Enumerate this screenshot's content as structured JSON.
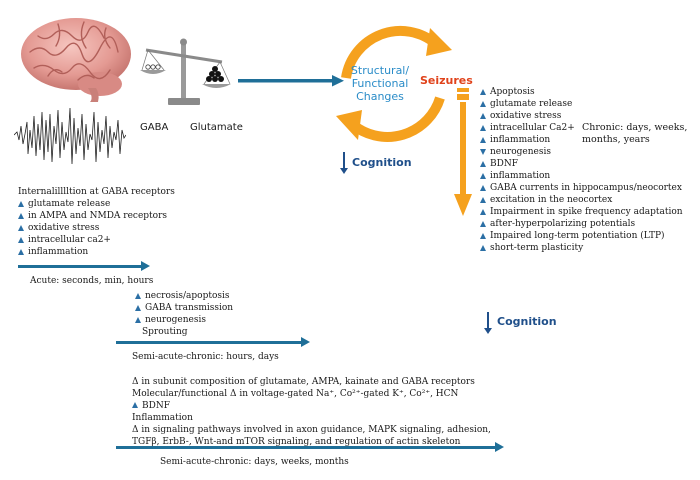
{
  "colors": {
    "accent_blue": "#1f6f98",
    "arrow_blue": "#2b6fa5",
    "cycle_orange": "#f5a11e",
    "seizures_red": "#e0421a",
    "cycle_text_blue": "#2a8cc8"
  },
  "top": {
    "gaba_label": "GABA",
    "glutamate_label": "Glutamate"
  },
  "cycle": {
    "structural_label_line1": "Structural/",
    "structural_label_line2": "Functional",
    "structural_label_line3": "Changes",
    "seizures_label": "Seizures"
  },
  "cognition": {
    "label_center": "Cognition",
    "label_right": "Cognition"
  },
  "acute": {
    "heading": "Internalilllltion at GABA receptors",
    "items": [
      "glutamate release",
      "in AMPA and NMDA receptors",
      "oxidative stress",
      "intracellular ca2+",
      "inflammation"
    ],
    "timeline_label": "Acute: seconds, min, hours"
  },
  "semi_acute": {
    "items": [
      "necrosis/apoptosis",
      "GABA transmission",
      "neurogenesis"
    ],
    "sprouting": "Sprouting",
    "timeline_label": "Semi-acute-chronic: hours, days"
  },
  "chronic_bottom": {
    "line1": "Δ in subunit composition of glutamate, AMPA, kainate and GABA receptors",
    "line2": "Molecular/functional Δ in voltage-gated Na⁺, Co²⁺-gated K⁺, Co²⁺, HCN",
    "bdnf": "BDNF",
    "inflammation": "Inflammation",
    "line5": "Δ in signaling pathways involved in axon guidance, MAPK signaling, adhesion,",
    "line6": "TGFβ, ErbB-, Wnt-and mTOR signaling, and regulation of actin skeleton",
    "timeline_label": "Semi-acute-chronic: days, weeks, months"
  },
  "seizure_effects": {
    "items": [
      {
        "dir": "up",
        "text": "Apoptosis"
      },
      {
        "dir": "up",
        "text": "glutamate release"
      },
      {
        "dir": "up",
        "text": "oxidative stress"
      },
      {
        "dir": "up",
        "text": "intracellular Ca2+"
      },
      {
        "dir": "up",
        "text": "inflammation"
      },
      {
        "dir": "down",
        "text": "neurogenesis"
      },
      {
        "dir": "up",
        "text": "BDNF"
      },
      {
        "dir": "up",
        "text": "inflammation"
      },
      {
        "dir": "up",
        "text": "GABA currents in hippocampus/neocortex"
      },
      {
        "dir": "up",
        "text": "excitation in the neocortex"
      },
      {
        "dir": "up",
        "text": "Impairment in spike frequency adaptation"
      },
      {
        "dir": "up",
        "text": "after-hyperpolarizing potentials"
      },
      {
        "dir": "up",
        "text": "Impaired long-term potentiation (LTP)"
      },
      {
        "dir": "up",
        "text": "short-term plasticity"
      }
    ],
    "chronic_label_line1": "Chronic: days, weeks,",
    "chronic_label_line2": "months, years"
  },
  "icons": [
    "brain-icon",
    "eeg-trace-icon",
    "balance-scale-icon"
  ]
}
